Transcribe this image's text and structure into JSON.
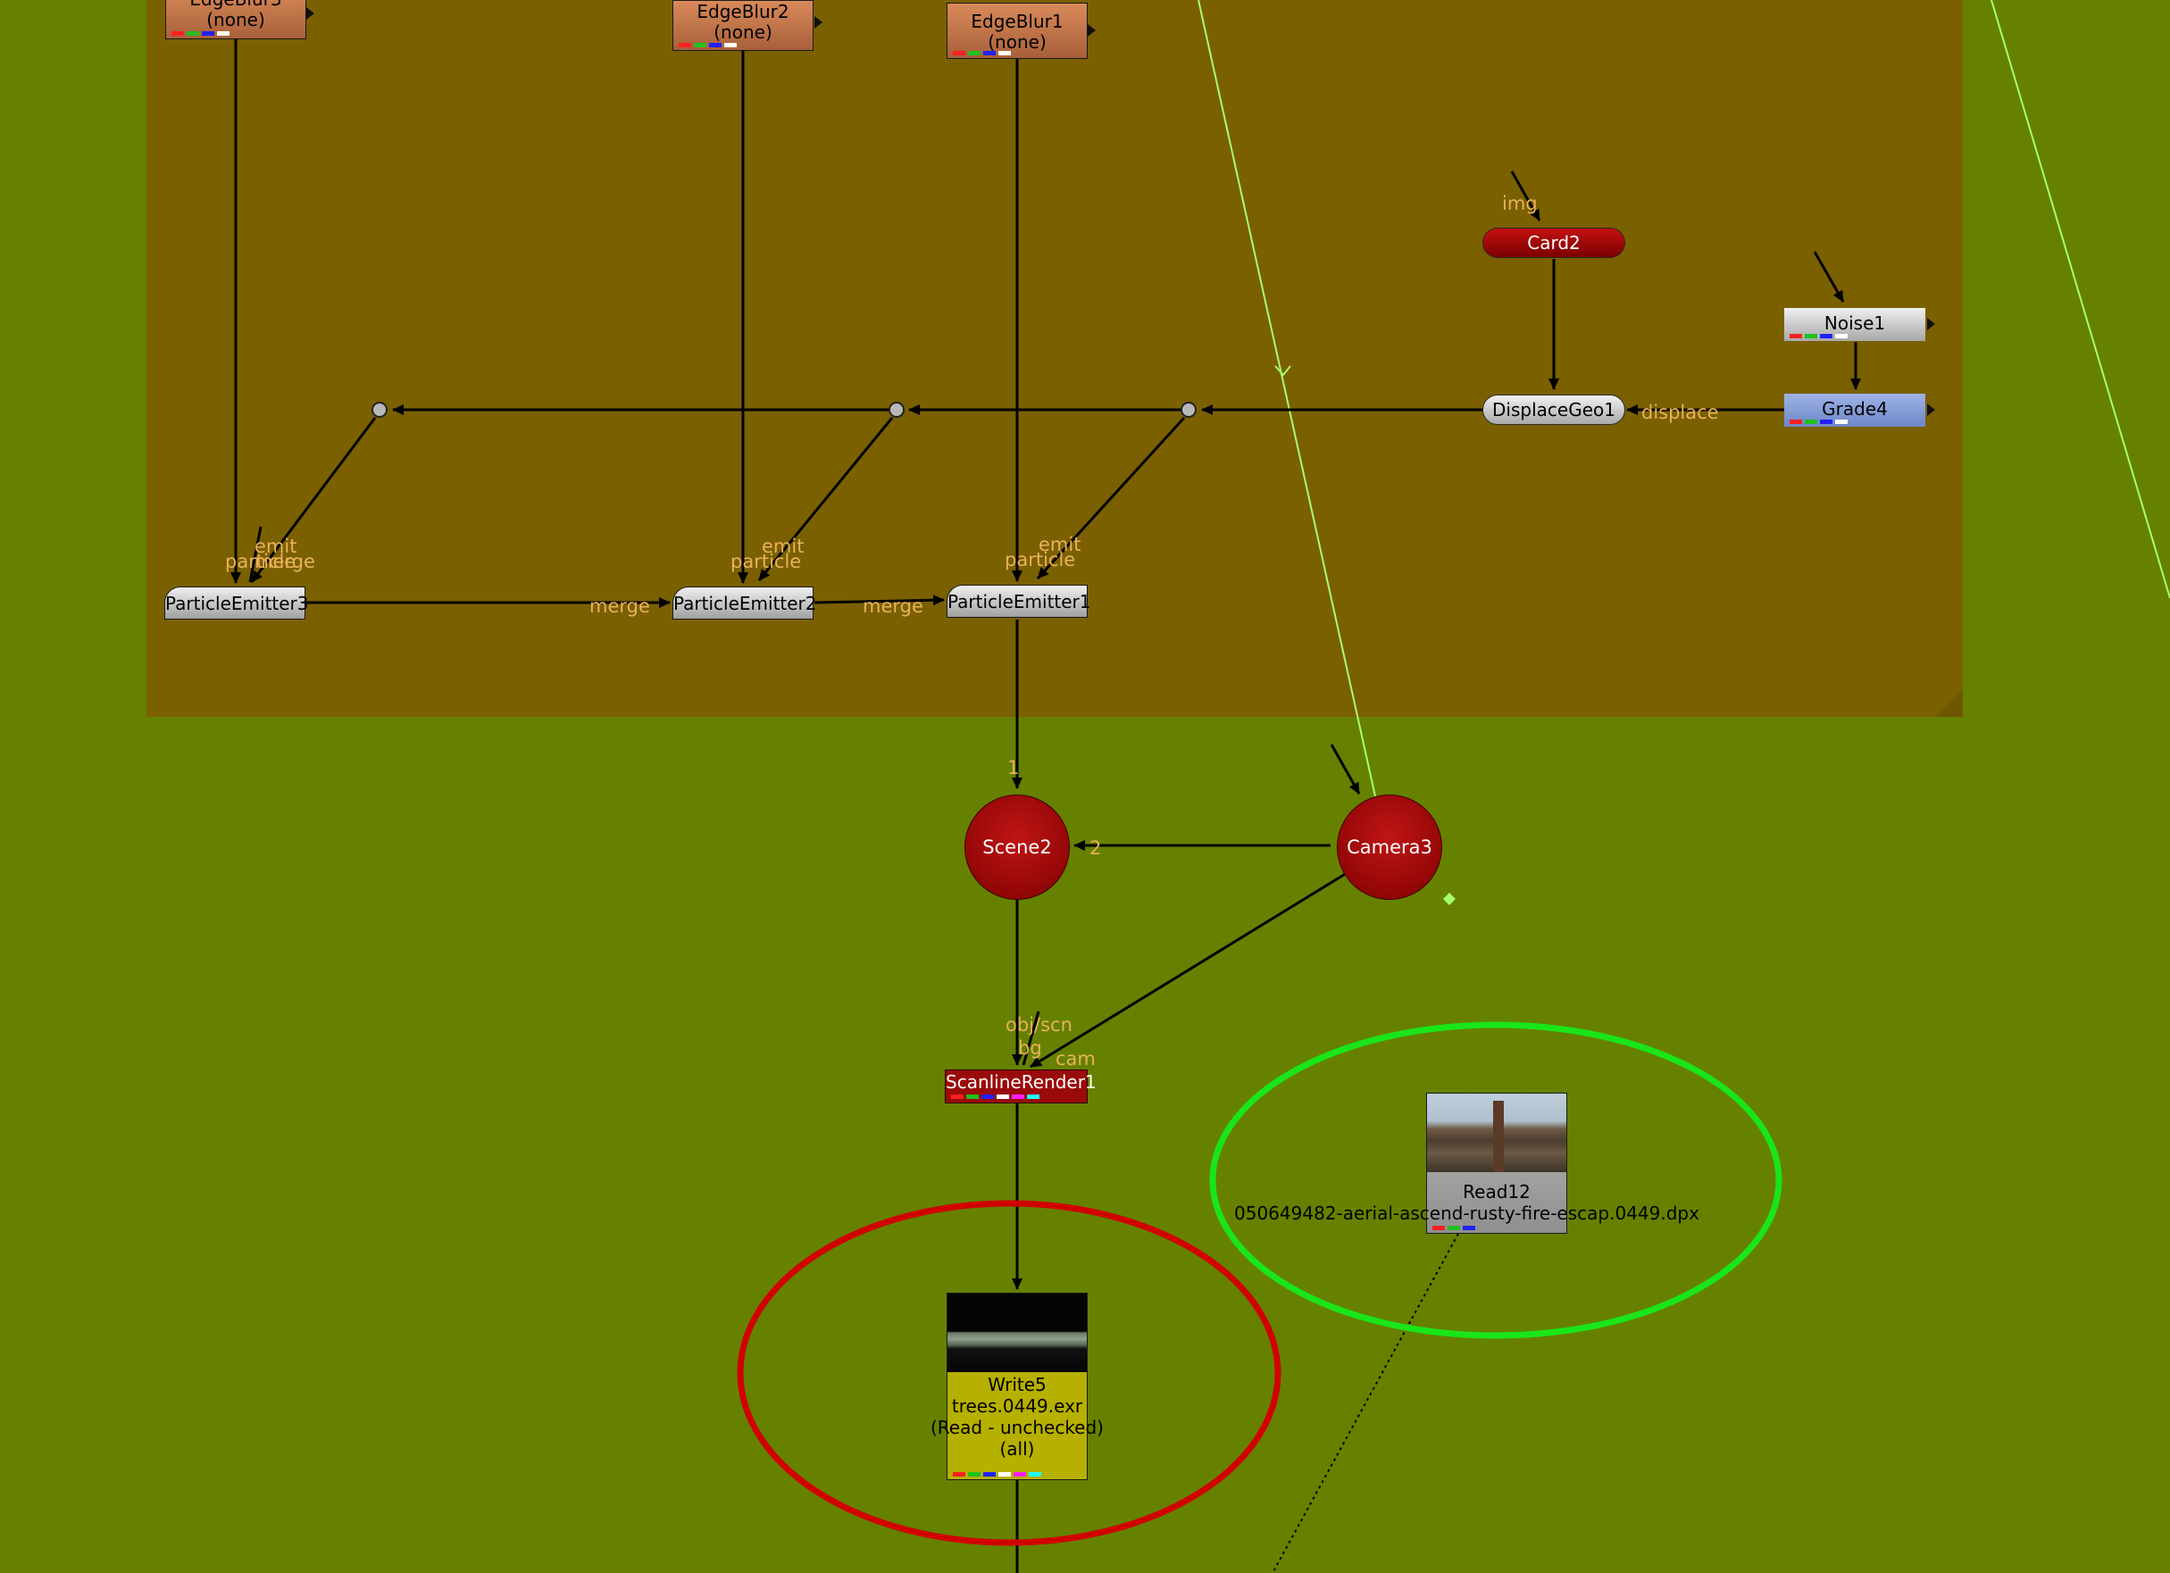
{
  "graph": {
    "backdrop_color": "#7b6000",
    "background_color": "#668100",
    "nodes": {
      "edgeblur3": {
        "name": "EdgeBlur3",
        "sub": "(none)"
      },
      "edgeblur2": {
        "name": "EdgeBlur2",
        "sub": "(none)"
      },
      "edgeblur1": {
        "name": "EdgeBlur1",
        "sub": "(none)"
      },
      "card2": {
        "name": "Card2"
      },
      "noise1": {
        "name": "Noise1"
      },
      "grade4": {
        "name": "Grade4"
      },
      "displacegeo1": {
        "name": "DisplaceGeo1"
      },
      "emitter3": {
        "name": "ParticleEmitter3"
      },
      "emitter2": {
        "name": "ParticleEmitter2"
      },
      "emitter1": {
        "name": "ParticleEmitter1"
      },
      "scene2": {
        "name": "Scene2"
      },
      "camera3": {
        "name": "Camera3"
      },
      "scanline": {
        "name": "ScanlineRender1"
      },
      "read12": {
        "name": "Read12",
        "file": "050649482-aerial-ascend-rusty-fire-escap.0449.dpx"
      },
      "write5": {
        "name": "Write5",
        "file": "trees.0449.exr",
        "mode": "(Read - unchecked)",
        "channels": "(all)"
      }
    },
    "input_labels": {
      "img": "img",
      "displace": "displace",
      "emit": "emit",
      "particle": "particle",
      "merge": "merge",
      "input1": "1",
      "input2": "2",
      "obj_scn": "obj/scn",
      "bg": "bg",
      "cam": "cam"
    },
    "annotations": [
      {
        "shape": "ellipse",
        "color": "#d10000",
        "around": "Write5"
      },
      {
        "shape": "ellipse",
        "color": "#19e619",
        "around": "Read12"
      }
    ],
    "channel_colors": [
      "#ff2020",
      "#20c020",
      "#2020ff",
      "#ffffff",
      "#ff20ff",
      "#20ffff"
    ]
  }
}
